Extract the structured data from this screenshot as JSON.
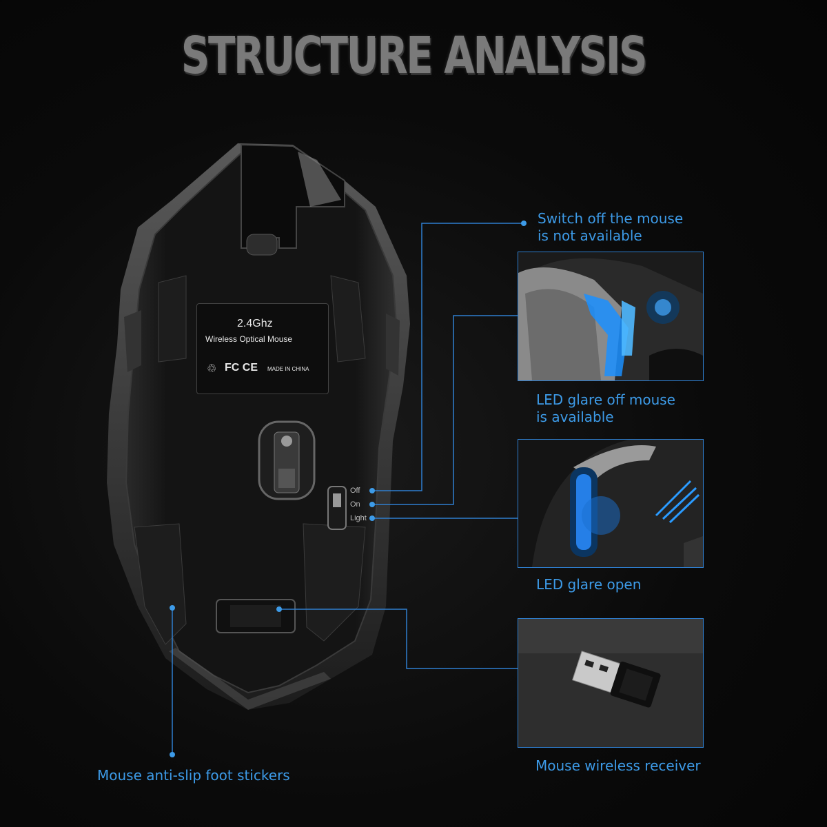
{
  "headline": "STRUCTURE ANALYSIS",
  "mouse_label": {
    "freq": "2.4Ghz",
    "product": "Wireless Optical Mouse",
    "certs": "FC CE",
    "origin": "MADE IN CHINA"
  },
  "switch_labels": {
    "off": "Off",
    "on": "On",
    "light": "Light"
  },
  "callouts": {
    "switch_off_line1": "Switch off the mouse",
    "switch_off_line2": "is not available",
    "led_off_line1": "LED glare off mouse",
    "led_off_line2": "is available",
    "led_open": "LED glare open",
    "receiver": "Mouse wireless receiver",
    "foot_stickers": "Mouse anti-slip foot stickers"
  },
  "colors": {
    "accent": "#3d9be8",
    "line": "#2f7fd0",
    "background": "#0a0a0a",
    "headline": "#7a7a7a"
  }
}
